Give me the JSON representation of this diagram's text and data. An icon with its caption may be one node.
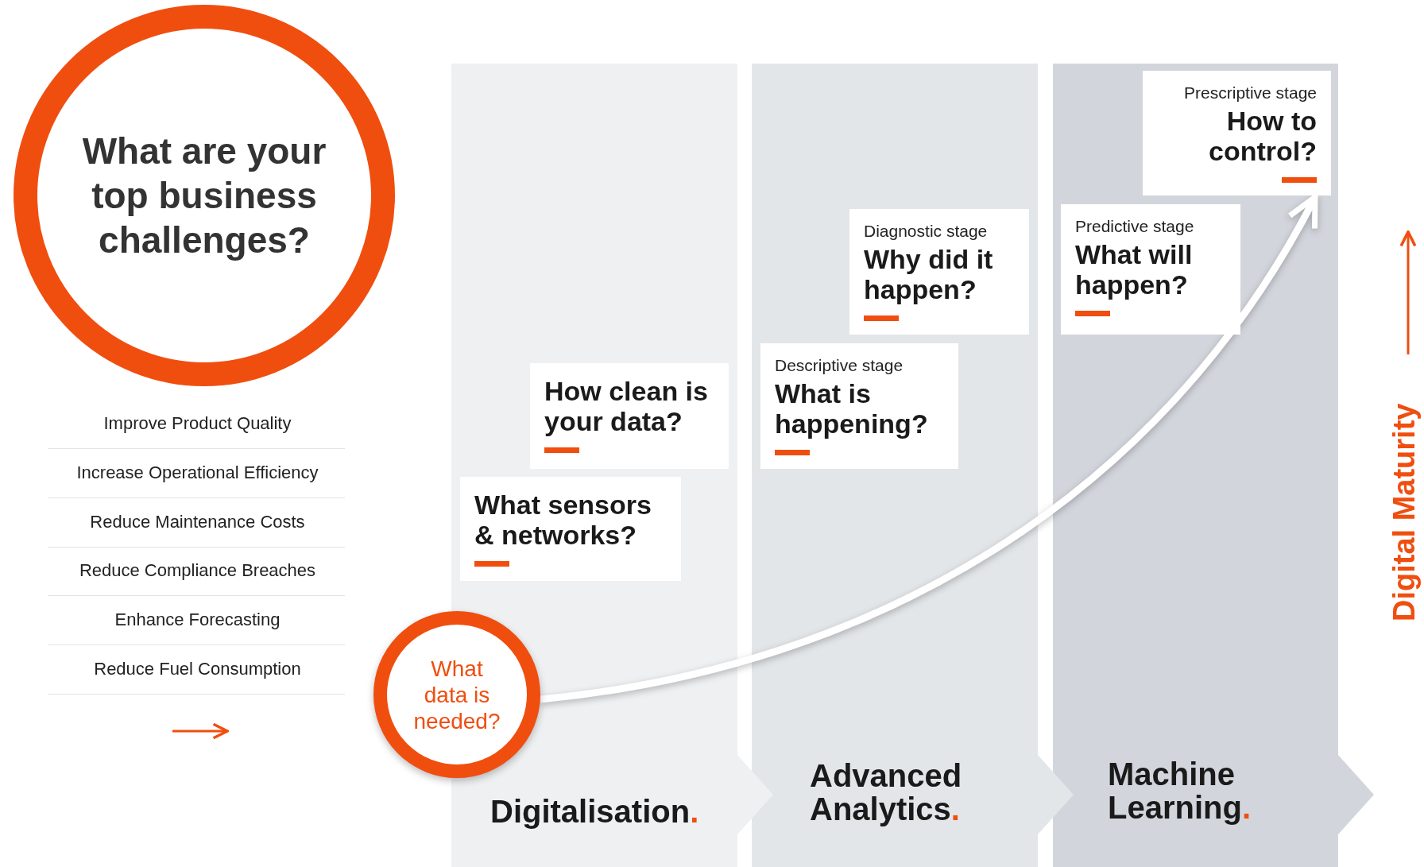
{
  "diagram": {
    "nodes": [
      {
        "text": [
          "What are your top business challenges?"
        ]
      },
      {
        "text": [
          "Digitalisation."
        ]
      },
      {
        "text": [
          "How clean is your data?"
        ],
        "in": 1
      },
      {
        "text": [
          "What sensors & networks?"
        ],
        "in": 1
      },
      {
        "text": [
          "Advanced Analytics."
        ]
      },
      {
        "text": [
          "Diagnostic stage",
          "Why did it happen?"
        ],
        "in": 4
      },
      {
        "text": [
          "Descriptive stage",
          "What is happening?"
        ],
        "in": 4
      },
      {
        "text": [
          "Machine Learning."
        ]
      },
      {
        "text": [
          "Prescriptive stage",
          "How to control?"
        ],
        "in": 7
      },
      {
        "text": [
          "Predictive stage",
          "What will happen?"
        ],
        "in": 7
      },
      {
        "text": [
          "What data is needed?"
        ]
      }
    ],
    "edges": [
      {
        "from": 10,
        "to": 8,
        "arrow": "to"
      }
    ],
    "labels": [
      "Improve Product Quality",
      "Increase Operational Efficiency",
      "Reduce Maintenance Costs",
      "Reduce Compliance Breaches",
      "Enhance Forecasting",
      "Reduce Fuel Consumption",
      "Digital Maturity"
    ]
  }
}
